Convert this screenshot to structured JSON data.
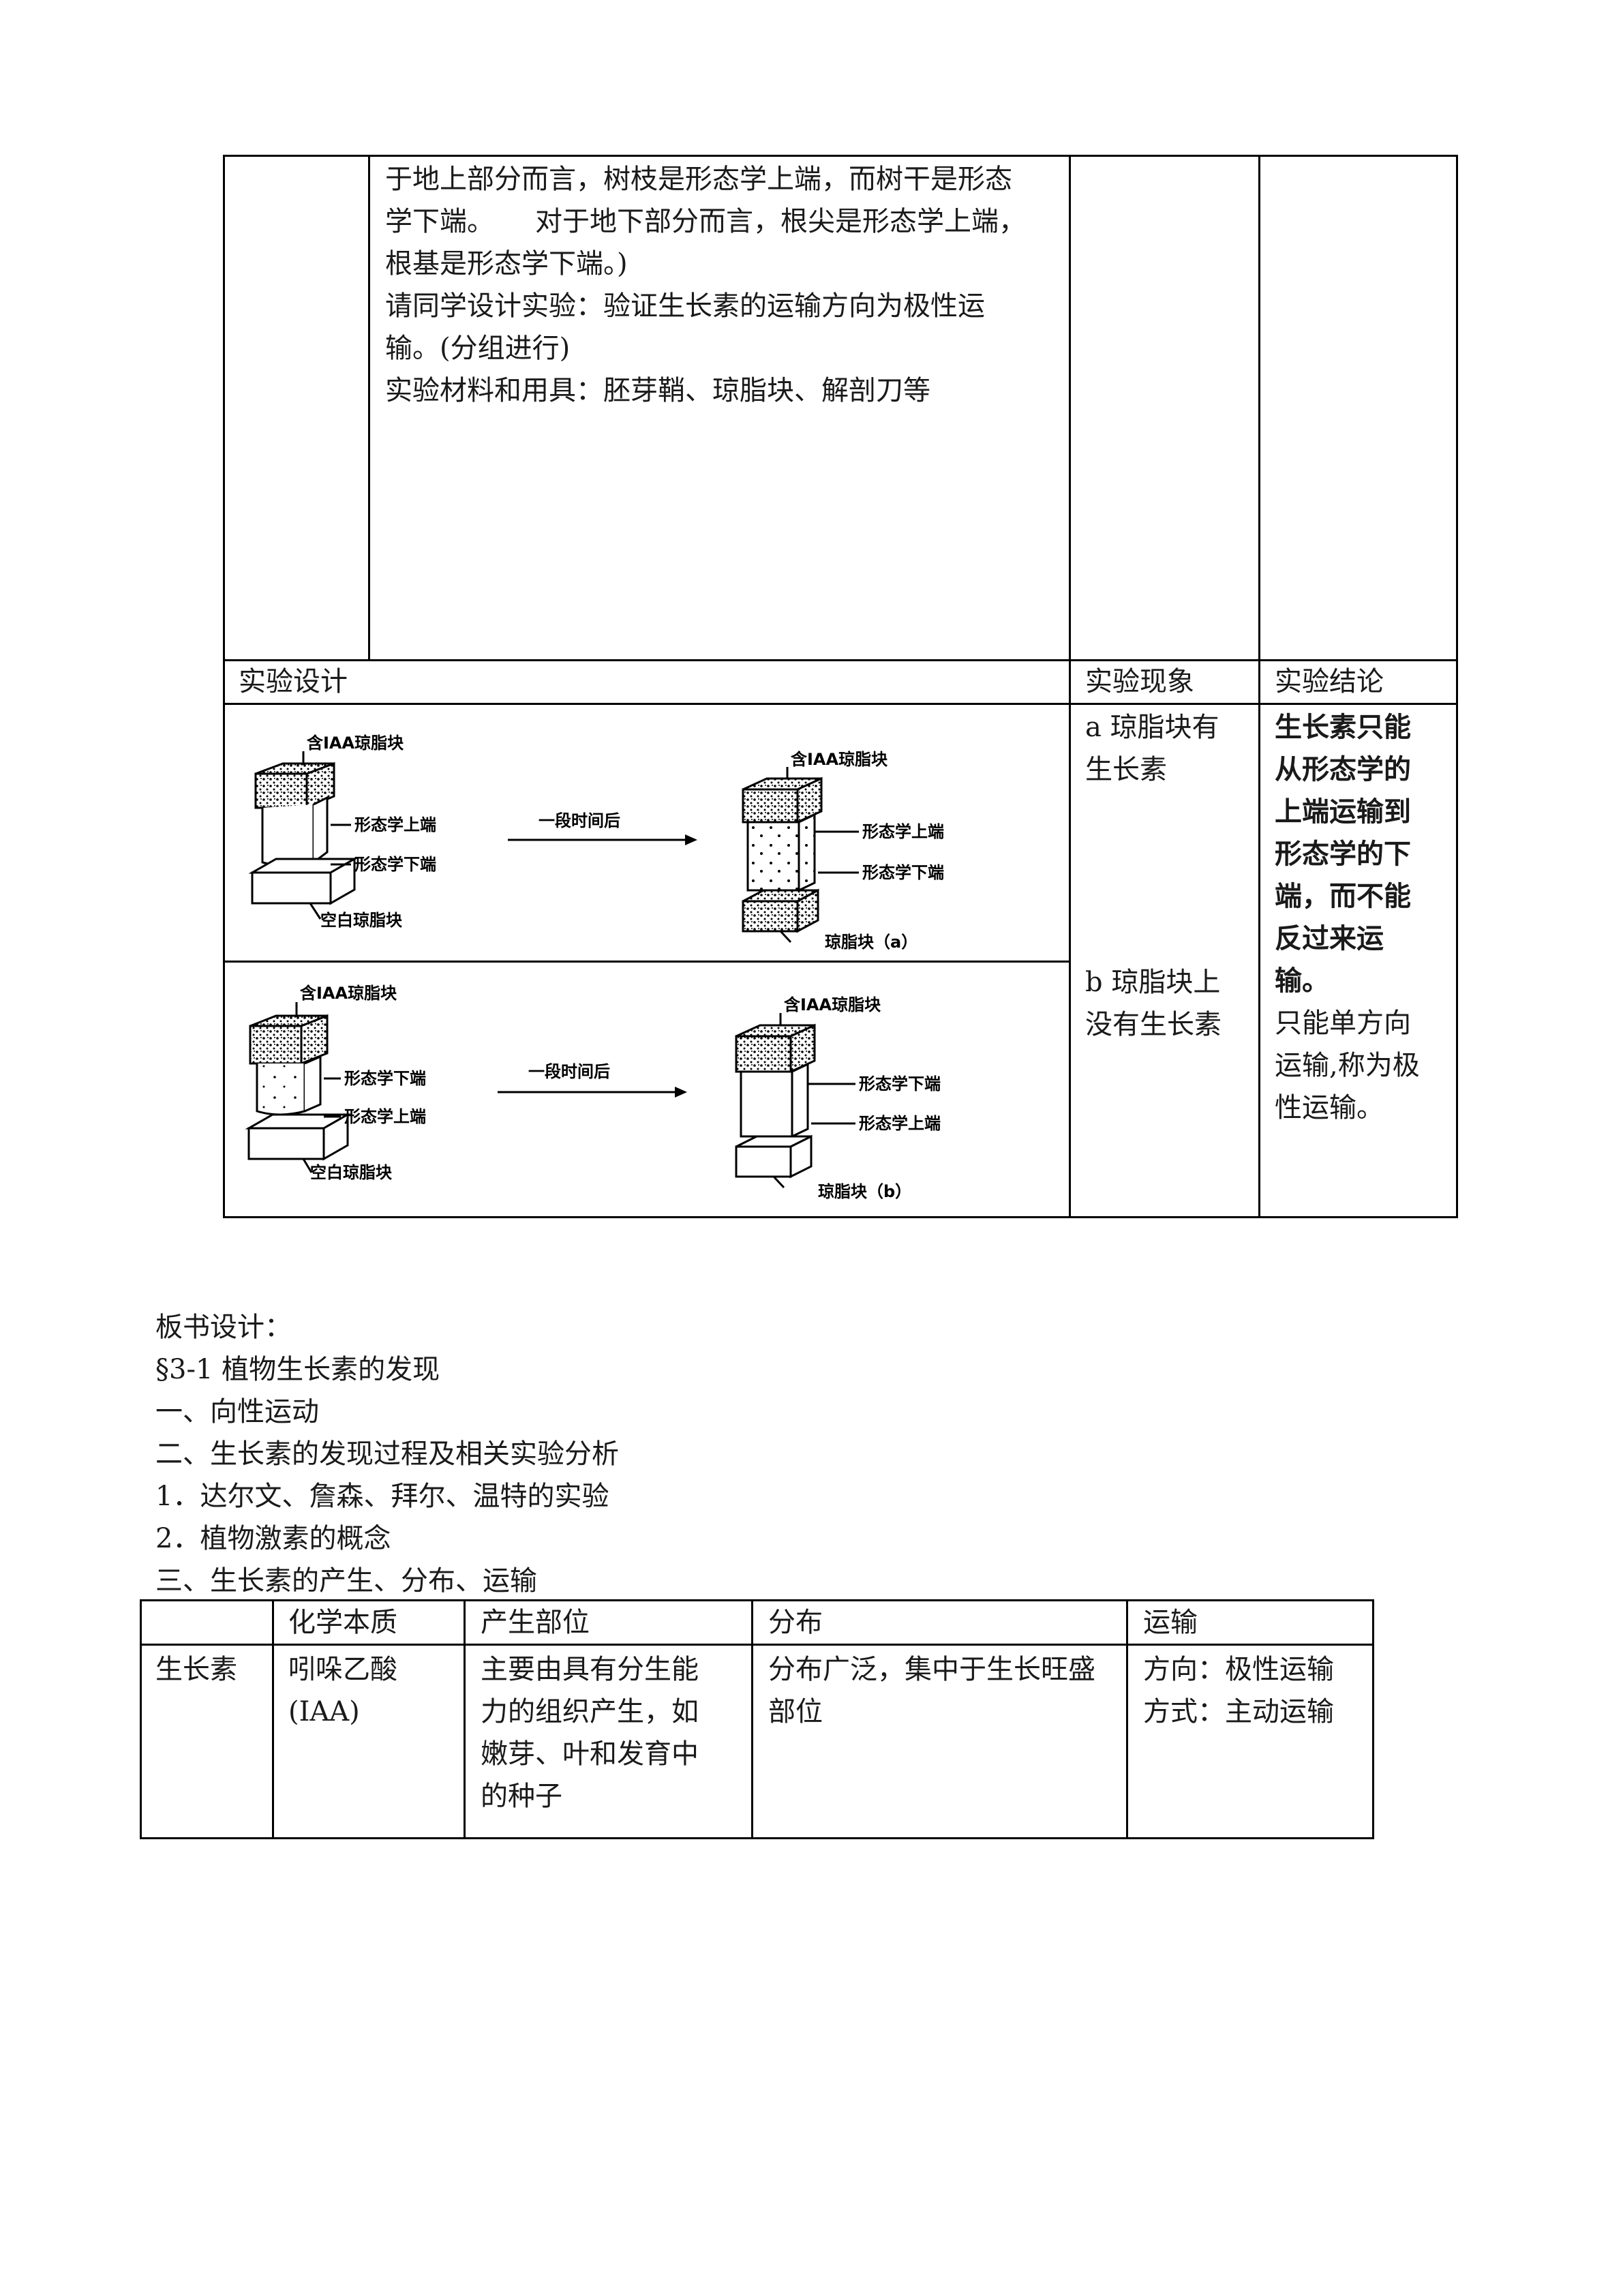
{
  "top_table": {
    "intro_lines": [
      "于地上部分而言，树枝是形态学上端，而树干是形态",
      "学下端。　　对于地下部分而言，根尖是形态学上端，",
      "根基是形态学下端。)",
      "请同学设计实验：验证生长素的运输方向为极性运",
      "输。(分组进行)",
      "实验材料和用具：胚芽鞘、琼脂块、解剖刀等"
    ],
    "headers": {
      "design": "实验设计",
      "phenomenon": "实验现象",
      "conclusion": "实验结论"
    },
    "phenomenon_a": [
      "a 琼脂块有",
      "生长素"
    ],
    "phenomenon_b": [
      "b 琼脂块上",
      "没有生长素"
    ],
    "conclusion_bold": [
      "生长素只能",
      "从形态学的",
      "上端运输到",
      "形态学的下",
      "端，而不能",
      "反过来运",
      "输。"
    ],
    "conclusion_normal": [
      "只能单方向",
      "运输,称为极",
      "性运输。"
    ],
    "diagram_a": {
      "label_top_block": "含IAA琼脂块",
      "label_upper_end": "形态学上端",
      "label_lower_end": "形态学下端",
      "label_empty_block": "空白琼脂块",
      "arrow_label": "一段时间后",
      "result_top_block": "含IAA琼脂块",
      "result_upper_end": "形态学上端",
      "result_lower_end": "形态学下端",
      "result_block": "琼脂块（a）"
    },
    "diagram_b": {
      "label_top_block": "含IAA琼脂块",
      "label_lower_end": "形态学下端",
      "label_upper_end": "形态学上端",
      "label_empty_block": "空白琼脂块",
      "arrow_label": "一段时间后",
      "result_top_block": "含IAA琼脂块",
      "result_lower_end": "形态学下端",
      "result_upper_end": "形态学上端",
      "result_block": "琼脂块（b）"
    }
  },
  "board": {
    "heading": "板书设计：",
    "title": "§3-1 植物生长素的发现",
    "items": [
      "一、向性运动",
      "二、生长素的发现过程及相关实验分析",
      "1．达尔文、詹森、拜尔、温特的实验",
      "2．植物激素的概念",
      "三、生长素的产生、分布、运输"
    ]
  },
  "bottom_table": {
    "headers": [
      "",
      "化学本质",
      "产生部位",
      "分布",
      "运输"
    ],
    "row_label": "生长素",
    "chemical": [
      "吲哚乙酸",
      "(IAA)"
    ],
    "origin": [
      "主要由具有分生能",
      "力的组织产生，如",
      "嫩芽、叶和发育中",
      "的种子"
    ],
    "distribution": [
      "分布广泛，集中于生长旺盛",
      "部位"
    ],
    "transport": [
      "方向：极性运输",
      "方式：主动运输"
    ]
  }
}
